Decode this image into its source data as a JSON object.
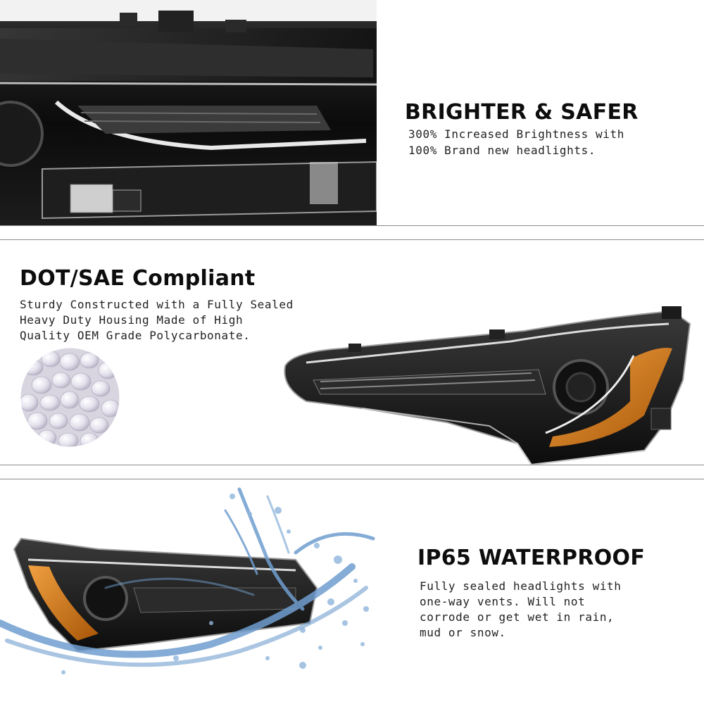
{
  "features": [
    {
      "title": "BRIGHTER & SAFER",
      "description_lines": [
        "300% Increased Brightness with",
        "100% Brand new headlights."
      ],
      "image": "headlight-closeup-photo"
    },
    {
      "title": "DOT/SAE Compliant",
      "description_lines": [
        "Sturdy Constructed with a Fully Sealed",
        "Heavy Duty Housing Made of High",
        "Quality OEM Grade Polycarbonate."
      ],
      "images": [
        "polycarbonate-pellets-photo",
        "headlight-assembly-photo"
      ]
    },
    {
      "title": "IP65 WATERPROOF",
      "description_lines": [
        "Fully sealed headlights with",
        "one-way vents. Will not",
        "corrode or get wet in rain,",
        "mud or snow."
      ],
      "image": "headlight-water-splash-photo"
    }
  ],
  "colors": {
    "background": "#ffffff",
    "housing": "#151515",
    "chrome": "#d9d9d9",
    "amber": "#c66a12",
    "water": "#6f9ecf",
    "divider": "#8a8a8a"
  }
}
